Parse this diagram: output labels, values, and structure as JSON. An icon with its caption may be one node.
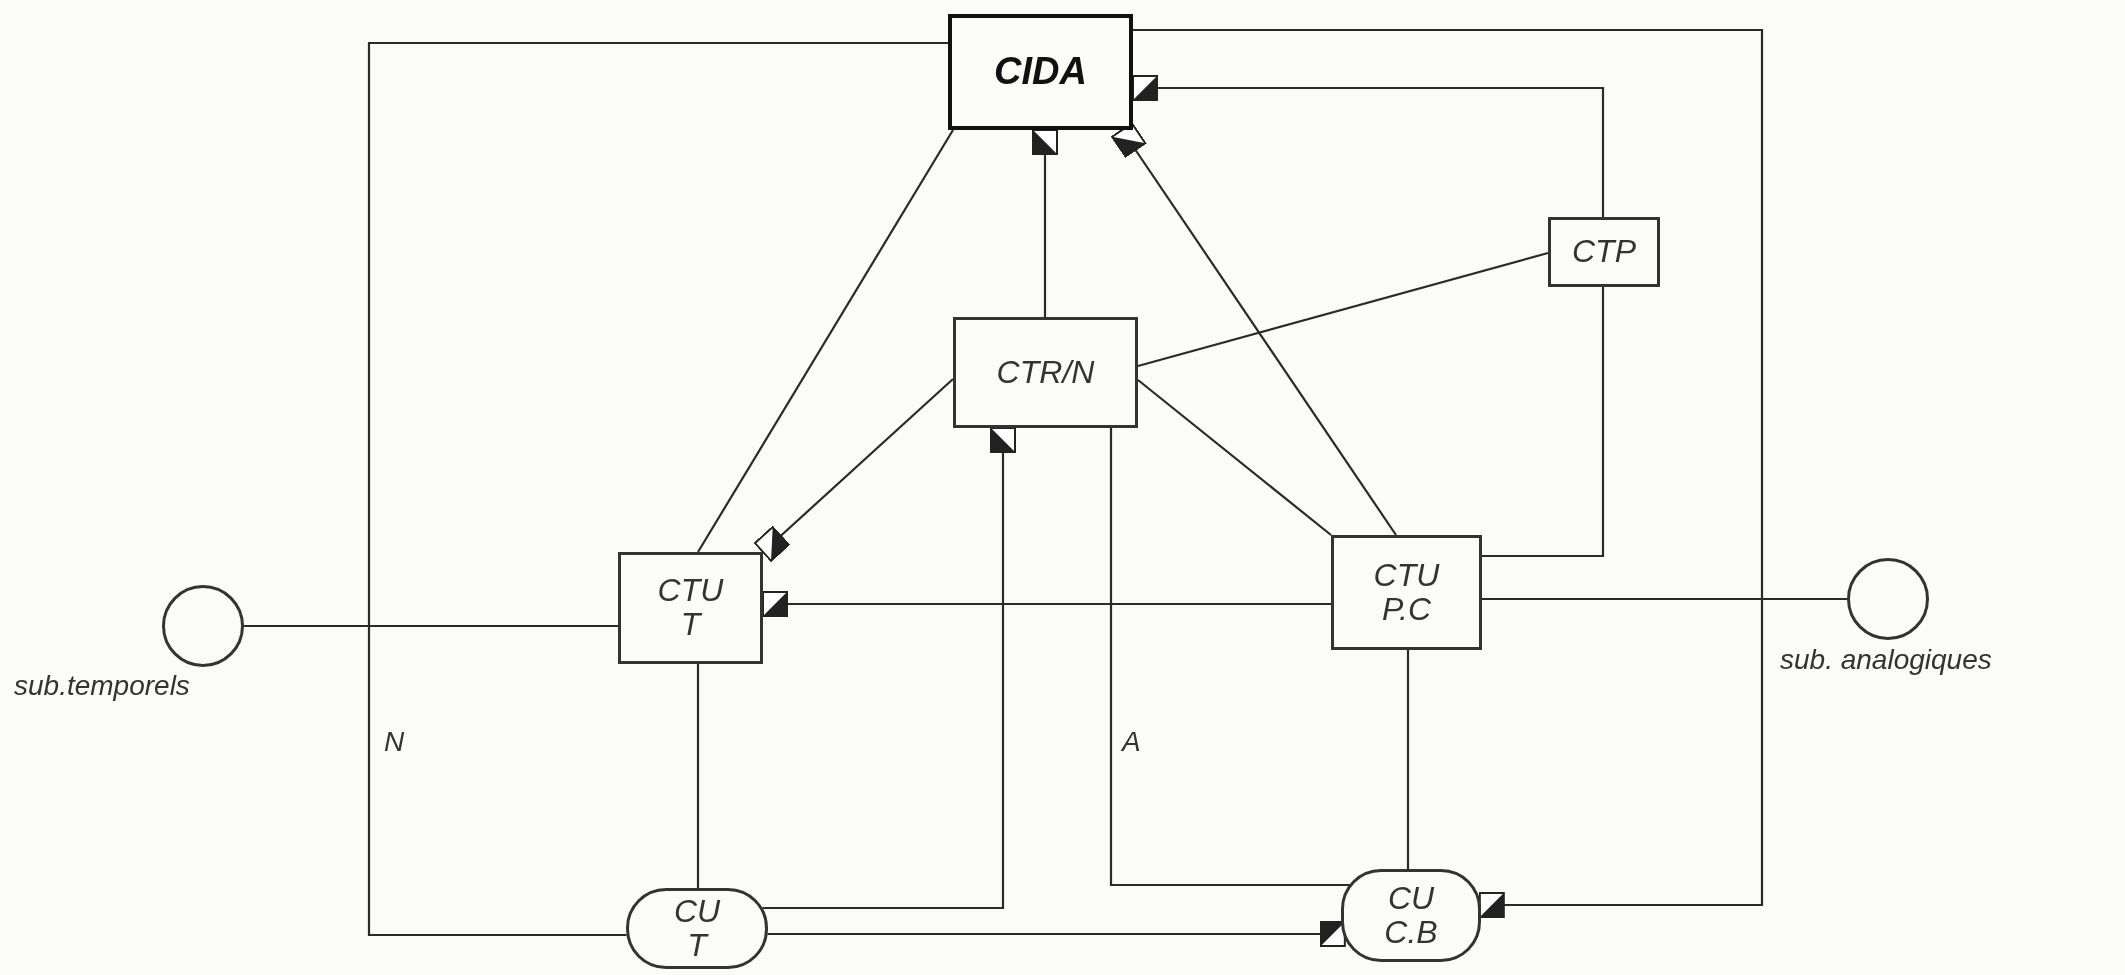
{
  "diagram": {
    "nodes": [
      {
        "text": [
          "CIDA"
        ]
      },
      {
        "text": [
          "CTP"
        ]
      },
      {
        "text": [
          "CTR/N"
        ]
      },
      {
        "text": [
          "CTU T"
        ]
      },
      {
        "text": [
          "CTU P.C"
        ]
      },
      {
        "text": [],
        "shape": "circle",
        "beside": [
          "sub.temporels"
        ]
      },
      {
        "text": [],
        "shape": "circle",
        "beside": [
          "sub. analogiques"
        ]
      },
      {
        "text": [
          "CU T"
        ]
      },
      {
        "text": [
          "CU C.B"
        ]
      }
    ],
    "edges": [
      {
        "from": 0,
        "to": 7,
        "arrow": "none",
        "label": "N"
      },
      {
        "from": 0,
        "to": 8,
        "arrow": "other"
      },
      {
        "from": 1,
        "to": 0,
        "arrow": "other"
      },
      {
        "from": 0,
        "to": 3,
        "arrow": "none"
      },
      {
        "from": 2,
        "to": 0,
        "arrow": "other"
      },
      {
        "from": 4,
        "to": 0,
        "arrow": "other"
      },
      {
        "from": 2,
        "to": 1,
        "arrow": "none"
      },
      {
        "from": 2,
        "to": 3,
        "arrow": "other"
      },
      {
        "from": 2,
        "to": 4,
        "arrow": "none"
      },
      {
        "from": 4,
        "to": 1,
        "arrow": "none"
      },
      {
        "from": 4,
        "to": 3,
        "arrow": "other"
      },
      {
        "from": 5,
        "to": 3,
        "arrow": "none"
      },
      {
        "from": 4,
        "to": 6,
        "arrow": "none"
      },
      {
        "from": 3,
        "to": 7,
        "arrow": "none"
      },
      {
        "from": 7,
        "to": 2,
        "arrow": "other"
      },
      {
        "from": 2,
        "to": 8,
        "arrow": "none",
        "label": "A"
      },
      {
        "from": 4,
        "to": 8,
        "arrow": "none"
      },
      {
        "from": 7,
        "to": 8,
        "arrow": "other"
      }
    ]
  }
}
